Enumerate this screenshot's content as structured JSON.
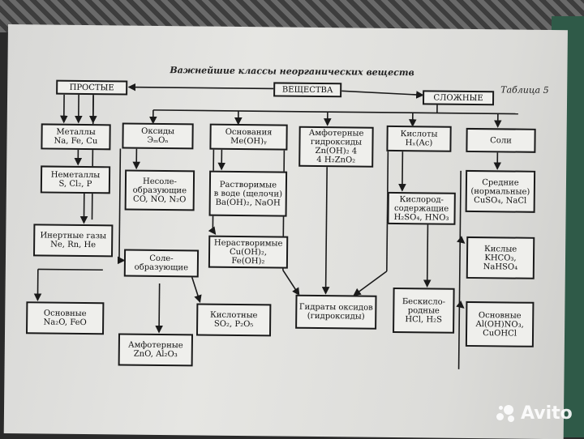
{
  "header": {
    "title": "Важнейшие классы неорганических веществ",
    "table_no": "Таблица 5"
  },
  "boxes": {
    "simple": "ПРОСТЫЕ",
    "substances": "ВЕЩЕСТВА",
    "complex": "СЛОЖНЫЕ",
    "metals": "Металлы\nNa, Fe, Cu",
    "nonmetals": "Неметаллы\nS, Cl₂, P",
    "inert": "Инертные газы\nNe, Rn, He",
    "oxides": "Оксиды\nЭₘOₙ",
    "non_salt": "Несоле-\nобразующие\nCO, NO, N₂O",
    "salt_forming": "Соле-\nобразующие",
    "basic_oxides": "Основные\nNa₂O, FeO",
    "amphoteric_oxides": "Амфотерные\nZnO, Al₂O₃",
    "acidic_oxides": "Кислотные\nSO₂, P₂O₅",
    "bases": "Основания\nMe(OH)ᵧ",
    "soluble": "Растворимые\nв воде (щелочи)\nBa(OH)₂, NaOH",
    "insoluble": "Нерастворимые\nCu(OH)₂, Fe(OH)₂",
    "amph_hydroxides": "Амфотерные\nгидроксиды\nZn(OH)₂ 4\n4 H₂ZnO₂",
    "hydrates": "Гидраты оксидов\n(гидроксиды)",
    "acids": "Кислоты\nHₓ(Ac)",
    "oxygen_acids": "Кислород-\nсодержащие\nH₂SO₄, HNO₃",
    "oxygenless": "Бескисло-\nродные\nHCl, H₂S",
    "salts": "Соли",
    "normal": "Средние\n(нормальные)\nCuSO₄, NaCl",
    "acidic_salts": "Кислые\nKHCO₃,\nNaHSO₄",
    "basic_salts": "Основные\nAl(OH)NO₃,\nCuOHCl"
  },
  "watermark": {
    "text": "Avito"
  }
}
